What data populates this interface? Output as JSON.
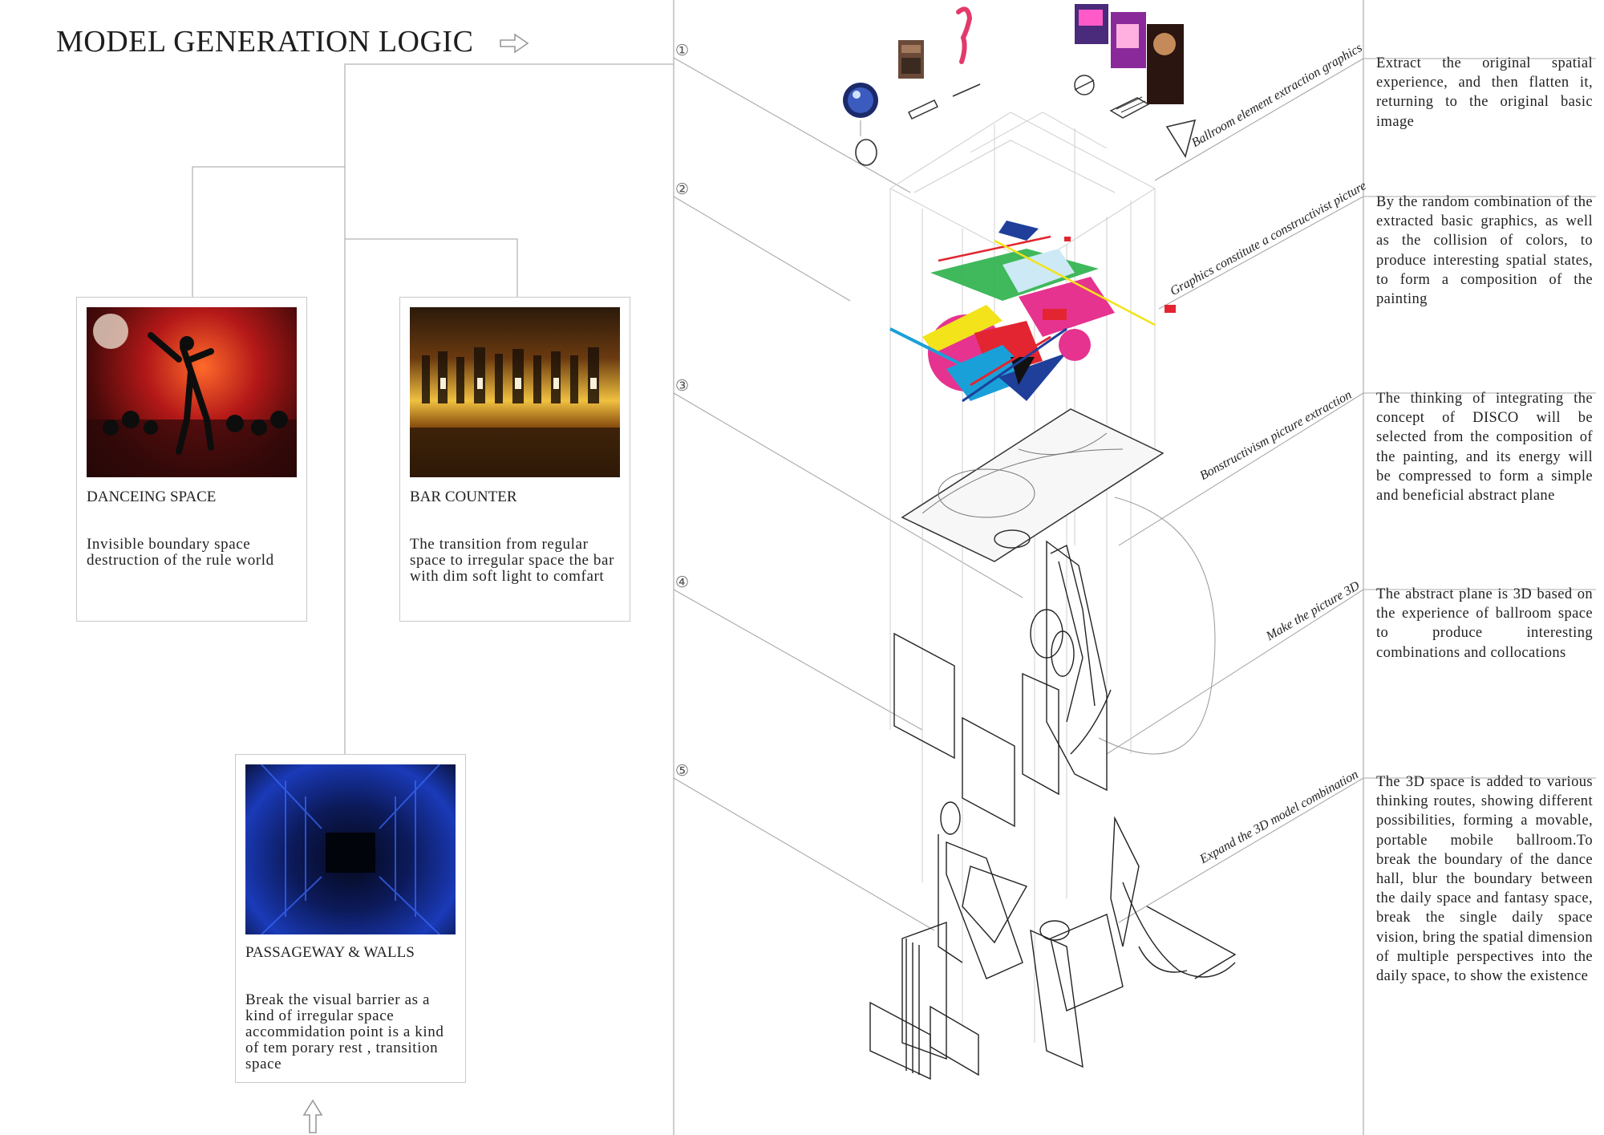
{
  "title": "MODEL GENERATION LOGIC",
  "cards": {
    "dancing": {
      "title": "DANCEING SPACE",
      "desc": "Invisible boundary space destruction of the rule world"
    },
    "bar": {
      "title": "BAR COUNTER",
      "desc": "The transition from regular space to irregular space the bar with dim soft light to comfart"
    },
    "passage": {
      "title": "PASSAGEWAY & WALLS",
      "desc": "Break the visual barrier as a kind of irregular space accommidation point is a kind of tem porary rest , transition space"
    }
  },
  "stages": {
    "s1": {
      "num": "①",
      "label": "Ballroom element extraction graphics",
      "desc": "Extract the original spatial experience, and then flatten it, returning to the original basic image"
    },
    "s2": {
      "num": "②",
      "label": "Graphics constitute a constructivist picture",
      "desc": "By the random combination of the extracted basic graphics, as well as the collision of colors, to produce interesting spatial states, to form a composition of the painting"
    },
    "s3": {
      "num": "③",
      "label": "Bonstructivism picture extraction",
      "desc": "The thinking of integrating the concept of DISCO will be selected from the composition of the painting, and its energy will be compressed to form a simple and beneficial abstract plane"
    },
    "s4": {
      "num": "④",
      "label": "Make the picture 3D",
      "desc": "The abstract plane is 3D based on the experience of ballroom space to produce interesting combinations and collocations"
    },
    "s5": {
      "num": "⑤",
      "label": "Expand the 3D model combination",
      "desc": "The 3D space is added to various thinking routes, showing different possibilities, forming a movable, portable mobile ballroom.To break the boundary of the dance hall, blur the boundary between the daily space and fantasy space, break the single daily space vision, bring the spatial dimension of multiple perspectives into the daily space, to show the existence"
    }
  },
  "colors": {
    "pink": "#e6338f",
    "blue": "#1f3f9a",
    "cyan": "#1aa0d8",
    "yellow": "#f2e31a",
    "red": "#e22530",
    "green": "#2bb04a"
  },
  "icons": [
    "arrow-right-icon",
    "arrow-up-icon"
  ]
}
